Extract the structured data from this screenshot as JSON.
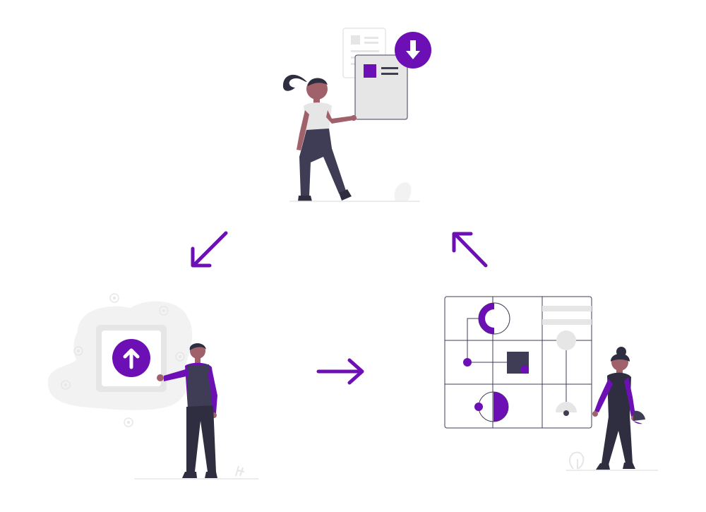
{
  "colors": {
    "accent": "#6c0fb5",
    "dark": "#3f3d56",
    "skin": "#a0616a",
    "hair": "#2f2e41",
    "light_gray": "#e6e6e6",
    "mid_gray": "#f2f2f2",
    "line": "#3f3d56",
    "white": "#ffffff"
  },
  "diagram": {
    "type": "cycle",
    "nodes": [
      {
        "id": "download",
        "icon": "download-arrow-icon"
      },
      {
        "id": "upload",
        "icon": "upload-arrow-icon"
      },
      {
        "id": "layout",
        "icon": "layout-grid-icon"
      }
    ],
    "edges": [
      {
        "from": "download",
        "to": "upload"
      },
      {
        "from": "upload",
        "to": "layout"
      },
      {
        "from": "layout",
        "to": "download"
      }
    ]
  }
}
